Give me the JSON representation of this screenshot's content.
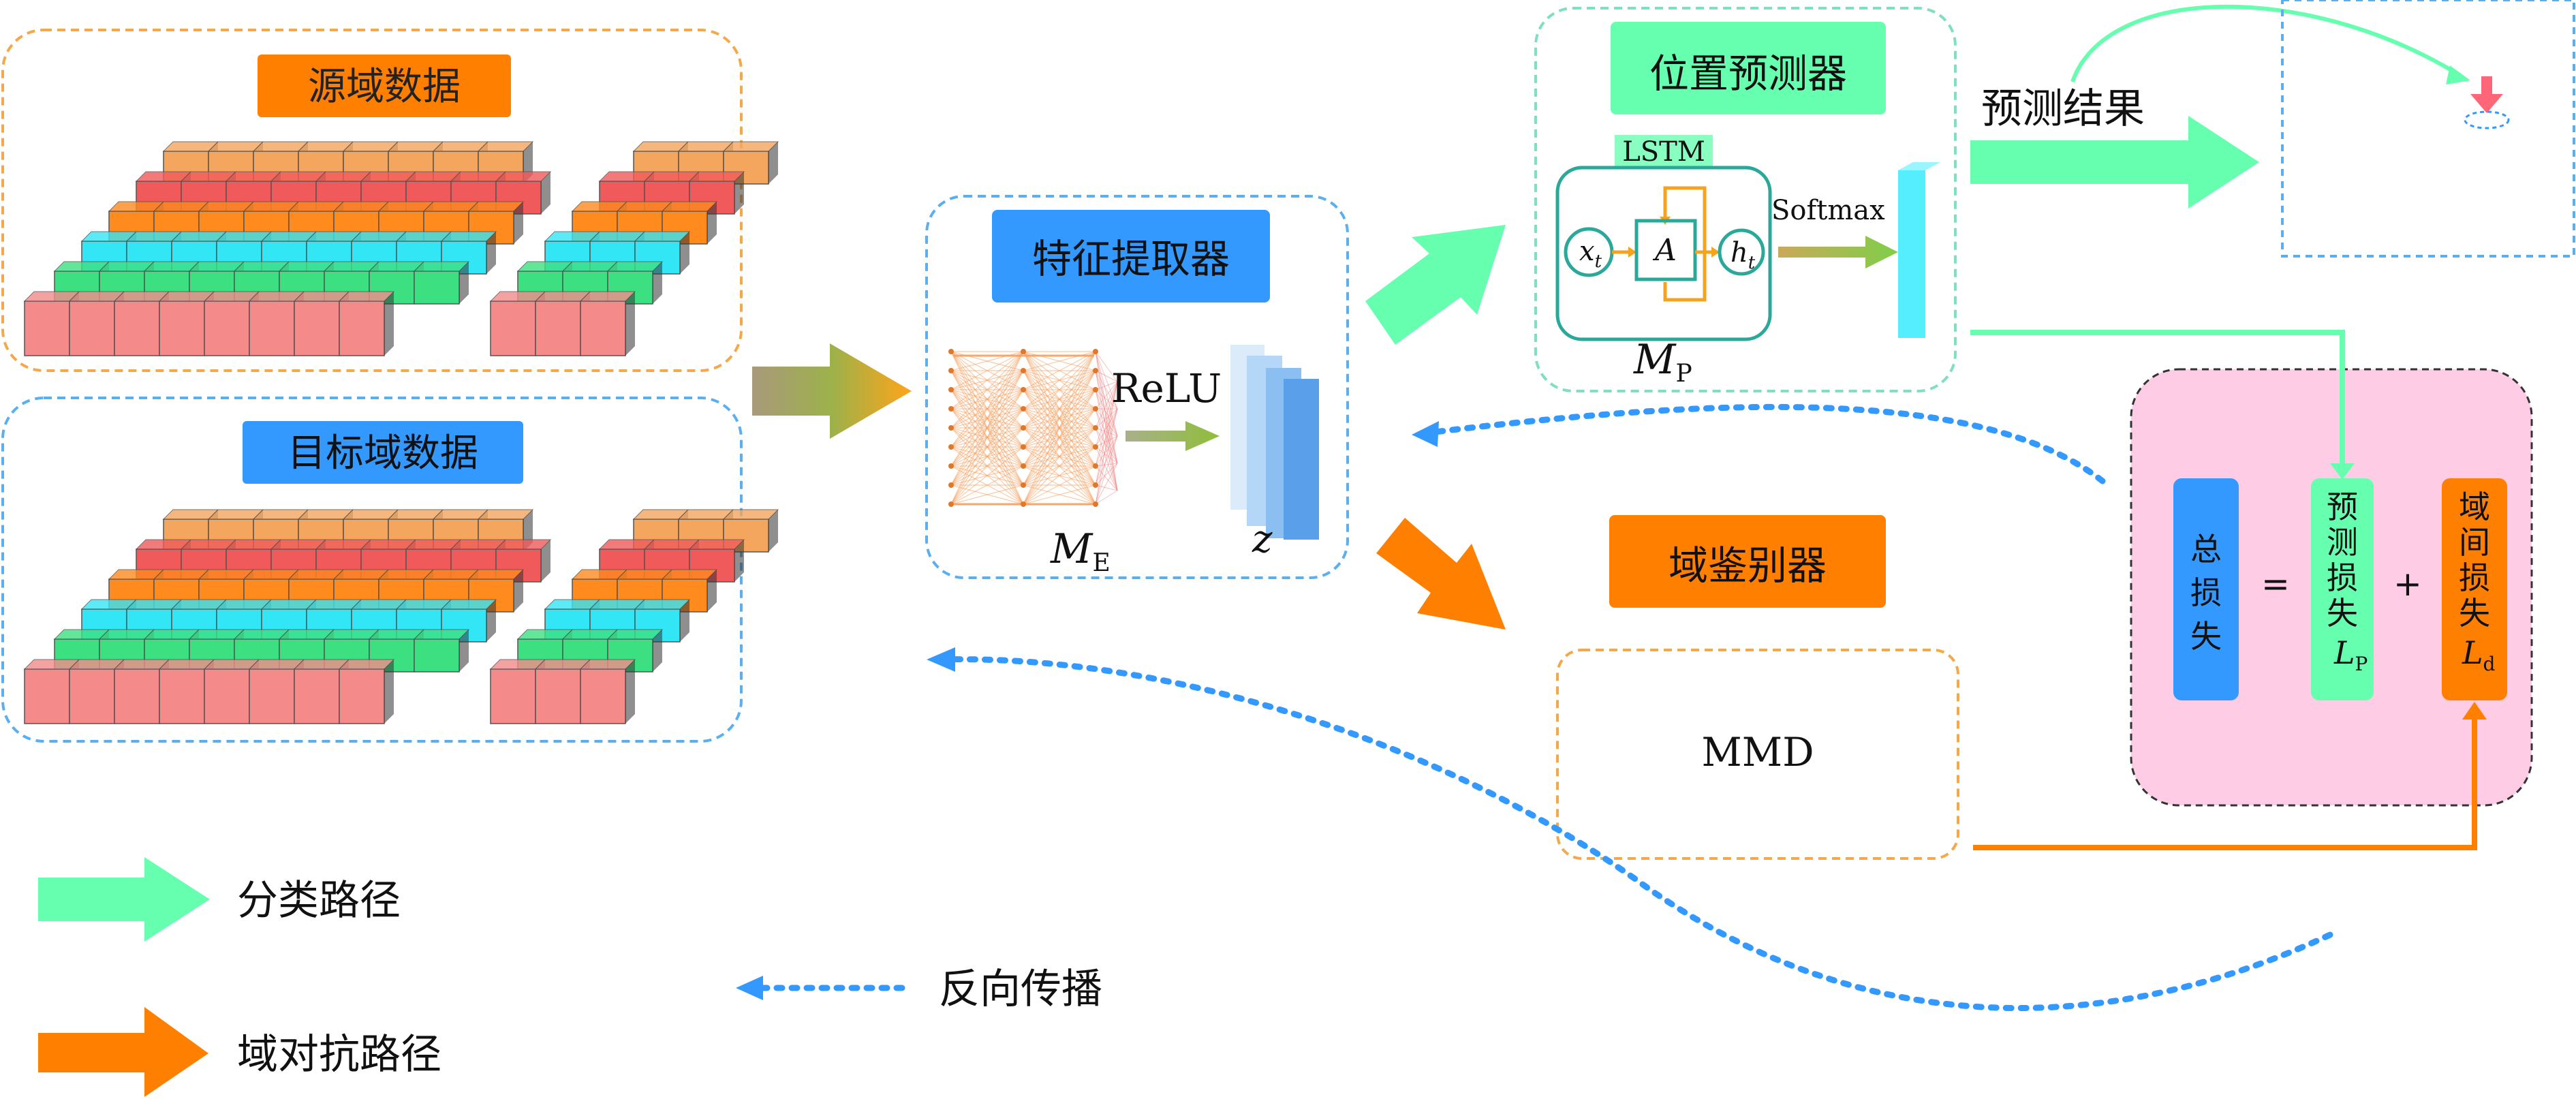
{
  "source_panel": {
    "title": "源域数据"
  },
  "target_panel": {
    "title": "目标域数据"
  },
  "extractor": {
    "title": "特征提取器",
    "activation": "ReLU",
    "model_label": "M",
    "model_sub": "E",
    "feature_label": "z"
  },
  "predictor": {
    "title": "位置预测器",
    "lstm_label": "LSTM",
    "input_label": "x",
    "input_sub": "t",
    "cell_label": "A",
    "output_label": "h",
    "output_sub": "t",
    "softmax_label": "Softmax",
    "model_label": "M",
    "model_sub": "P"
  },
  "prediction_result": {
    "label": "预测结果"
  },
  "discriminator": {
    "title": "域鉴别器",
    "method": "MMD"
  },
  "loss": {
    "total": "总损失",
    "equals": "=",
    "plus": "+",
    "pred_loss_text": "预测损失",
    "pred_loss_symbol": "L",
    "pred_loss_sub": "P",
    "domain_loss_text": "域间损失",
    "domain_loss_symbol": "L",
    "domain_loss_sub": "d"
  },
  "legend": {
    "classification_path": "分类路径",
    "adversarial_path": "域对抗路径",
    "backprop": "反向传播"
  },
  "colors": {
    "green": "#66FFB0",
    "orange": "#FF7F00",
    "blue_title": "#3399FF",
    "pink_panel": "#FFCCE6",
    "dash_blue": "#3399FF",
    "cyan": "#55EEFF"
  }
}
